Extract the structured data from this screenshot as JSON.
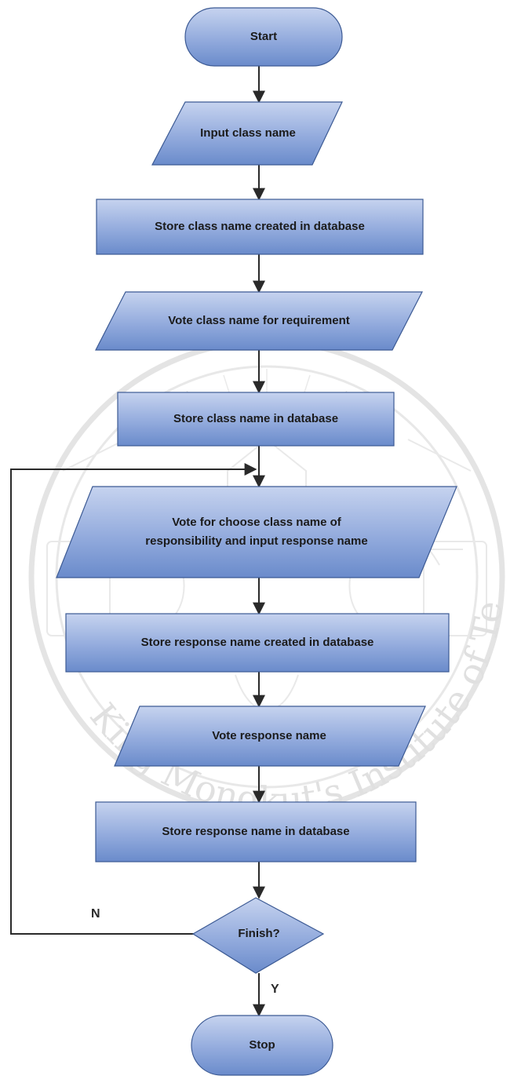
{
  "diagram": {
    "nodes": {
      "start": "Start",
      "input_class_name": "Input class name",
      "store_class_created": "Store class name created in database",
      "vote_class_requirement": "Vote class name for requirement",
      "store_class_db": "Store class name in database",
      "vote_choose_class_line1": "Vote for choose class name of",
      "vote_choose_class_line2": "responsibility and input response name",
      "store_response_created": "Store response name created in database",
      "vote_response_name": "Vote response name",
      "store_response_db": "Store response name in database",
      "finish": "Finish?",
      "stop": "Stop"
    },
    "edges": {
      "no_label": "N",
      "yes_label": "Y"
    }
  },
  "watermark": {
    "text": "King Mongkut's Institute of Technology Ladkrabang"
  },
  "colors": {
    "node_fill_top": "#b9c8ea",
    "node_fill_bottom": "#6d8fcf",
    "node_stroke": "#3c5a94",
    "connector": "#2a2a2a",
    "watermark": "#c9c9c9"
  }
}
